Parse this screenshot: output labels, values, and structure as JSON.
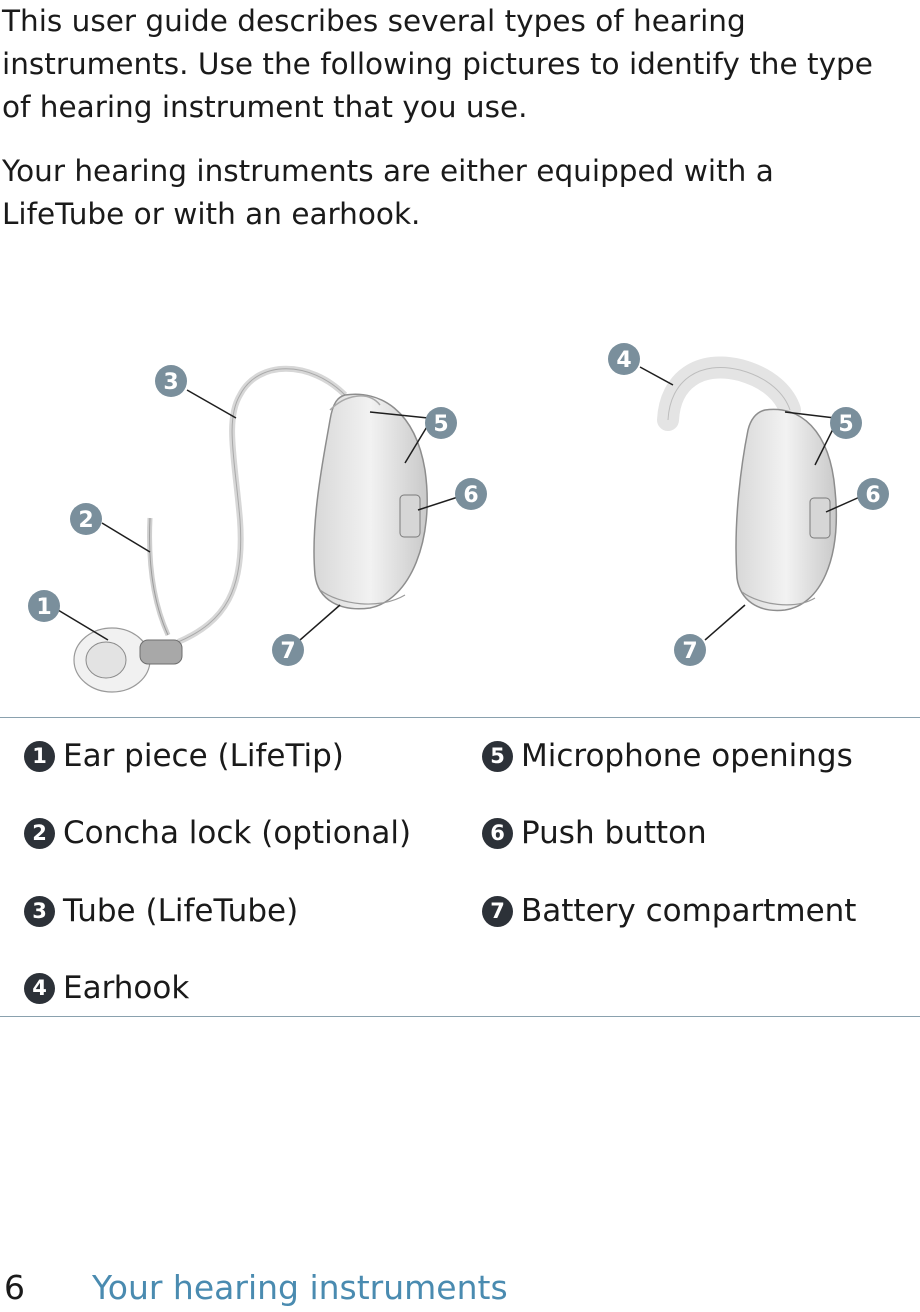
{
  "intro": {
    "paragraph1": "This user guide describes several types of hearing instruments. Use the following pictures to identify the type of hearing instrument that you use.",
    "paragraph2": "Your hearing instruments are either equipped with a LifeTube or with an earhook."
  },
  "figure": {
    "callouts": [
      "1",
      "2",
      "3",
      "4",
      "5",
      "6",
      "7"
    ]
  },
  "legend": {
    "items": [
      {
        "num": "1",
        "label": "Ear piece (LifeTip)"
      },
      {
        "num": "2",
        "label": "Concha lock (optional)"
      },
      {
        "num": "3",
        "label": "Tube (LifeTube)"
      },
      {
        "num": "4",
        "label": "Earhook"
      },
      {
        "num": "5",
        "label": "Microphone openings"
      },
      {
        "num": "6",
        "label": "Push button"
      },
      {
        "num": "7",
        "label": "Battery compartment"
      }
    ]
  },
  "footer": {
    "page_number": "6",
    "section_title": "Your hearing instruments"
  },
  "colors": {
    "callout_badge": "#7a8f9c",
    "legend_badge": "#2c3138",
    "footer_title": "#4a8bb0",
    "rule": "#8aa1ae"
  }
}
